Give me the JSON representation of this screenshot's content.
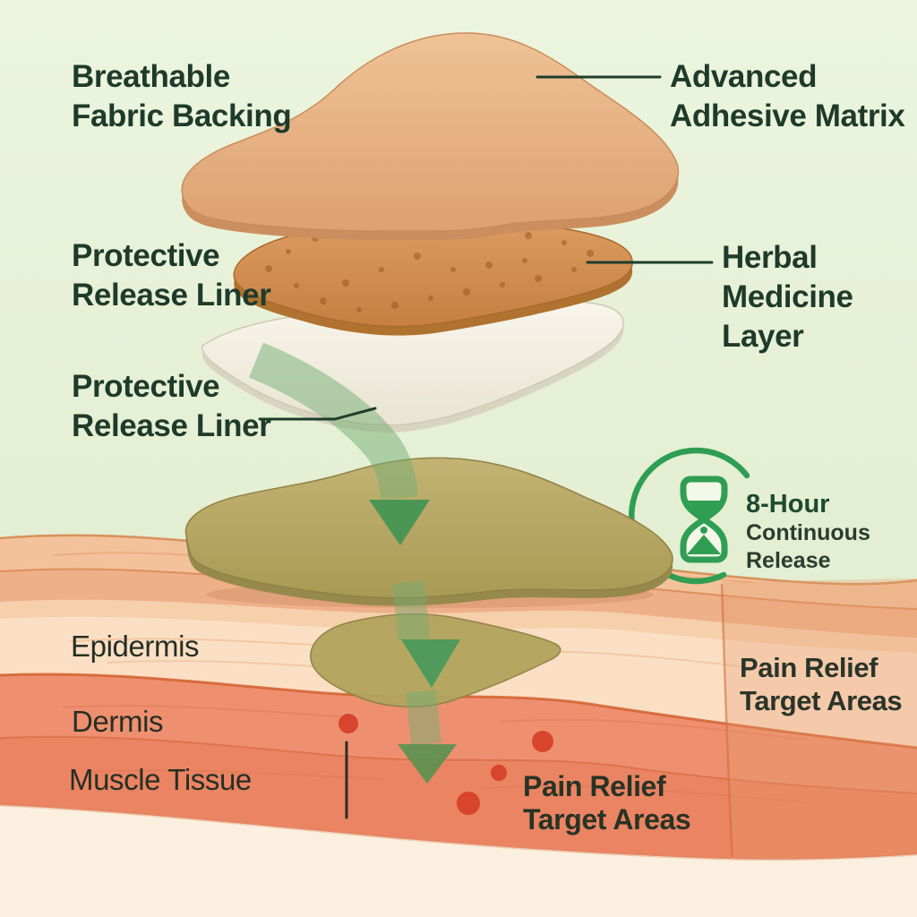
{
  "title": "Herbal pain relief patch layer diagram",
  "labels": {
    "breathable": {
      "line1": "Breathable",
      "line2": "Fabric Backing"
    },
    "adhesive": {
      "line1": "Advanced",
      "line2": "Adhesive Matrix"
    },
    "release_liner_top": {
      "line1": "Protective",
      "line2": "Release Liner"
    },
    "release_liner_bottom": {
      "line1": "Protective",
      "line2": "Release Liner"
    },
    "herbal": {
      "line1": "Herbal",
      "line2": "Medicine",
      "line3": "Layer"
    },
    "epidermis": "Epidermis",
    "dermis": "Dermis",
    "muscle": "Muscle Tissue",
    "pain_side": {
      "line1": "Pain Relief",
      "line2": "Target Areas"
    },
    "pain_deep": {
      "line1": "Pain Relief",
      "line2": "Target Areas"
    }
  },
  "badge": {
    "title": "8-Hour",
    "line2": "Continuous",
    "line3": "Release",
    "icon": "hourglass-icon"
  },
  "colors": {
    "background_green": "#e6f0d6",
    "background_cream": "#fbf0e0",
    "label_green": "#1e3a2b",
    "badge_green": "#2f9e53",
    "fabric_backing_tan": "#e5b083",
    "herbal_layer_orange": "#d08f51",
    "release_liner_ivory": "#f5f2e8",
    "patch_olive": "#b7a763",
    "skin_surface": "#f3c29b",
    "epidermis_pale": "#fbdfc4",
    "dermis_salmon": "#ee9070",
    "muscle_salmon": "#ea8462",
    "target_dot_red": "#d7452c",
    "arrow_green": "#44985a"
  }
}
